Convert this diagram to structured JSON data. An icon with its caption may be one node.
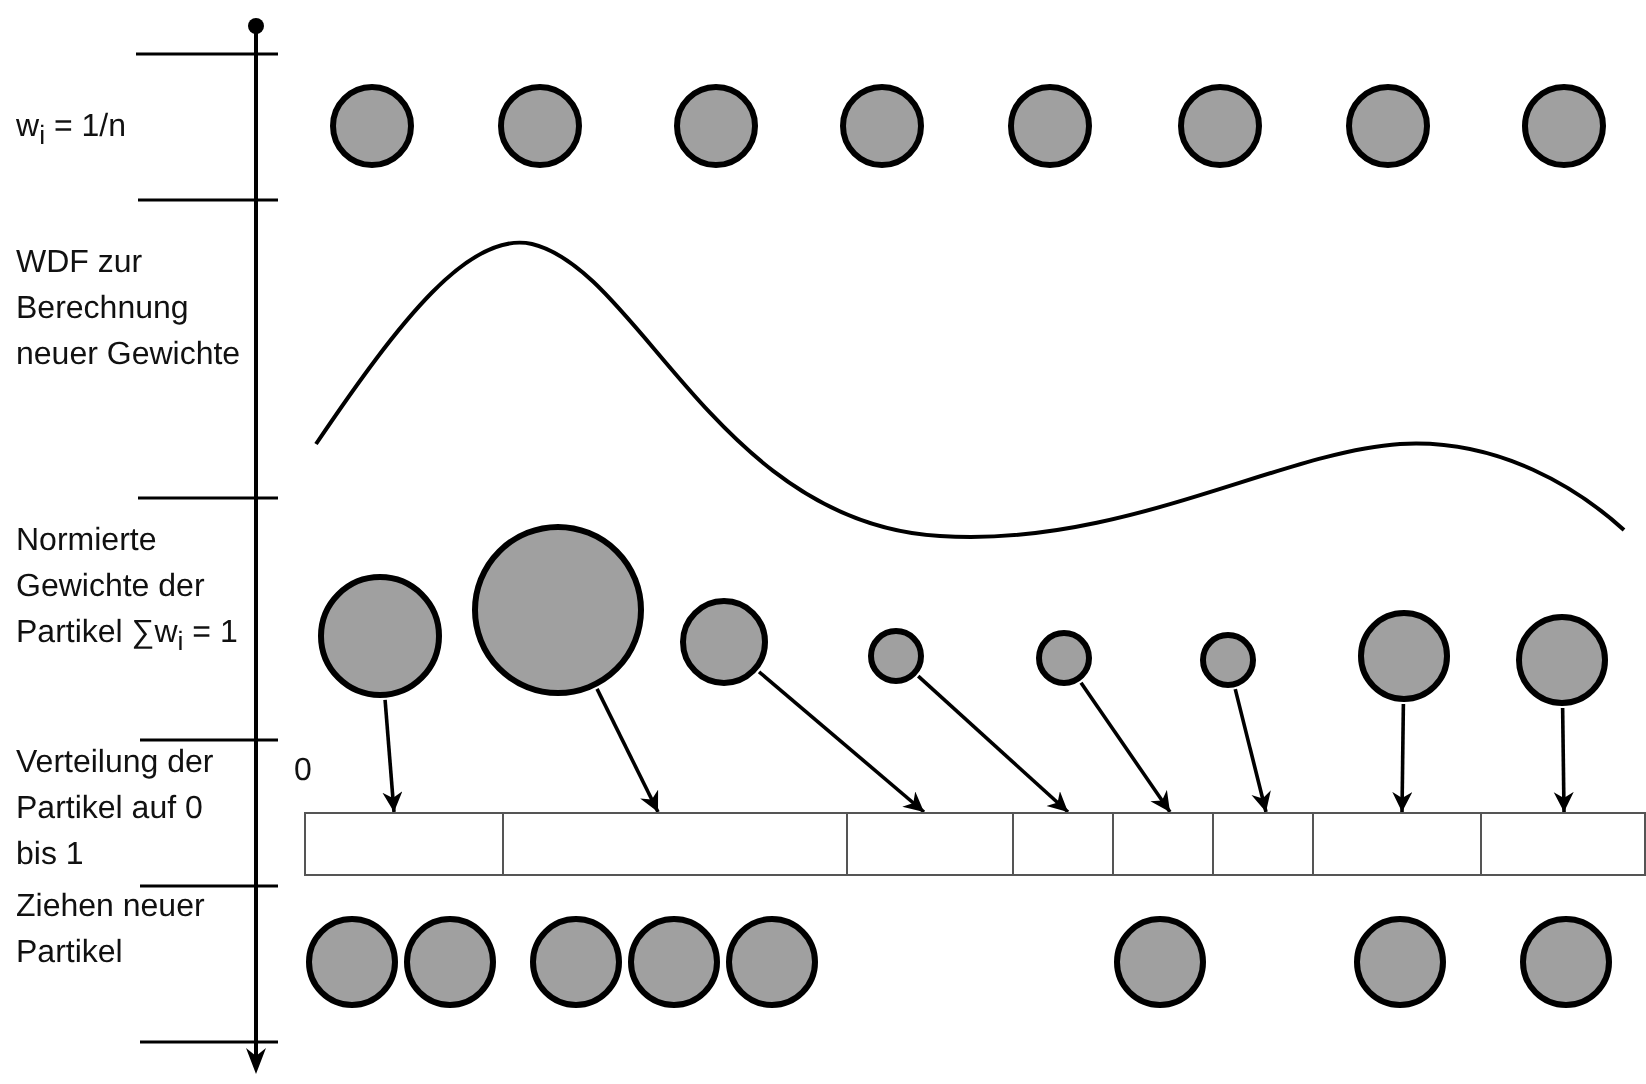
{
  "diagram": {
    "nodes": [
      {
        "text": [],
        "shape": "circle"
      },
      {
        "text": [],
        "shape": "circle"
      },
      {
        "text": [],
        "shape": "circle"
      },
      {
        "text": [],
        "shape": "circle"
      },
      {
        "text": [],
        "shape": "circle"
      },
      {
        "text": [],
        "shape": "circle"
      },
      {
        "text": [],
        "shape": "circle"
      },
      {
        "text": [],
        "shape": "circle"
      },
      {
        "text": [],
        "shape": "circle"
      },
      {
        "text": [],
        "shape": "circle"
      },
      {
        "text": [],
        "shape": "circle"
      },
      {
        "text": [],
        "shape": "circle"
      },
      {
        "text": [],
        "shape": "circle"
      },
      {
        "text": [],
        "shape": "circle"
      },
      {
        "text": [],
        "shape": "circle"
      },
      {
        "text": [],
        "shape": "circle"
      },
      {
        "text": [],
        "shape": "box"
      },
      {
        "text": [],
        "shape": "box"
      },
      {
        "text": [],
        "shape": "box"
      },
      {
        "text": [],
        "shape": "box"
      },
      {
        "text": [],
        "shape": "box"
      },
      {
        "text": [],
        "shape": "box"
      },
      {
        "text": [],
        "shape": "box"
      },
      {
        "text": [],
        "shape": "box"
      },
      {
        "text": [],
        "shape": "circle"
      },
      {
        "text": [],
        "shape": "circle"
      },
      {
        "text": [],
        "shape": "circle"
      },
      {
        "text": [],
        "shape": "circle"
      },
      {
        "text": [],
        "shape": "circle"
      },
      {
        "text": [],
        "shape": "circle"
      },
      {
        "text": [],
        "shape": "circle"
      },
      {
        "text": [],
        "shape": "circle"
      }
    ],
    "edges": [
      {
        "from": 8,
        "to": 16,
        "arrow": "to"
      },
      {
        "from": 9,
        "to": 17,
        "arrow": "to"
      },
      {
        "from": 10,
        "to": 18,
        "arrow": "to"
      },
      {
        "from": 11,
        "to": 19,
        "arrow": "to"
      },
      {
        "from": 12,
        "to": 20,
        "arrow": "to"
      },
      {
        "from": 13,
        "to": 21,
        "arrow": "to"
      },
      {
        "from": 14,
        "to": 22,
        "arrow": "to"
      },
      {
        "from": 15,
        "to": 23,
        "arrow": "to"
      }
    ],
    "labels": [
      "w$_{i}$ = 1/n",
      "WDF zur Berechnung neuer Gewichte",
      "Normierte Gewichte der Partikel ∑w$_{i}$ = 1",
      "Verteilung der Partikel auf 0 bis 1",
      "0",
      "Ziehen neuer Partikel"
    ]
  }
}
